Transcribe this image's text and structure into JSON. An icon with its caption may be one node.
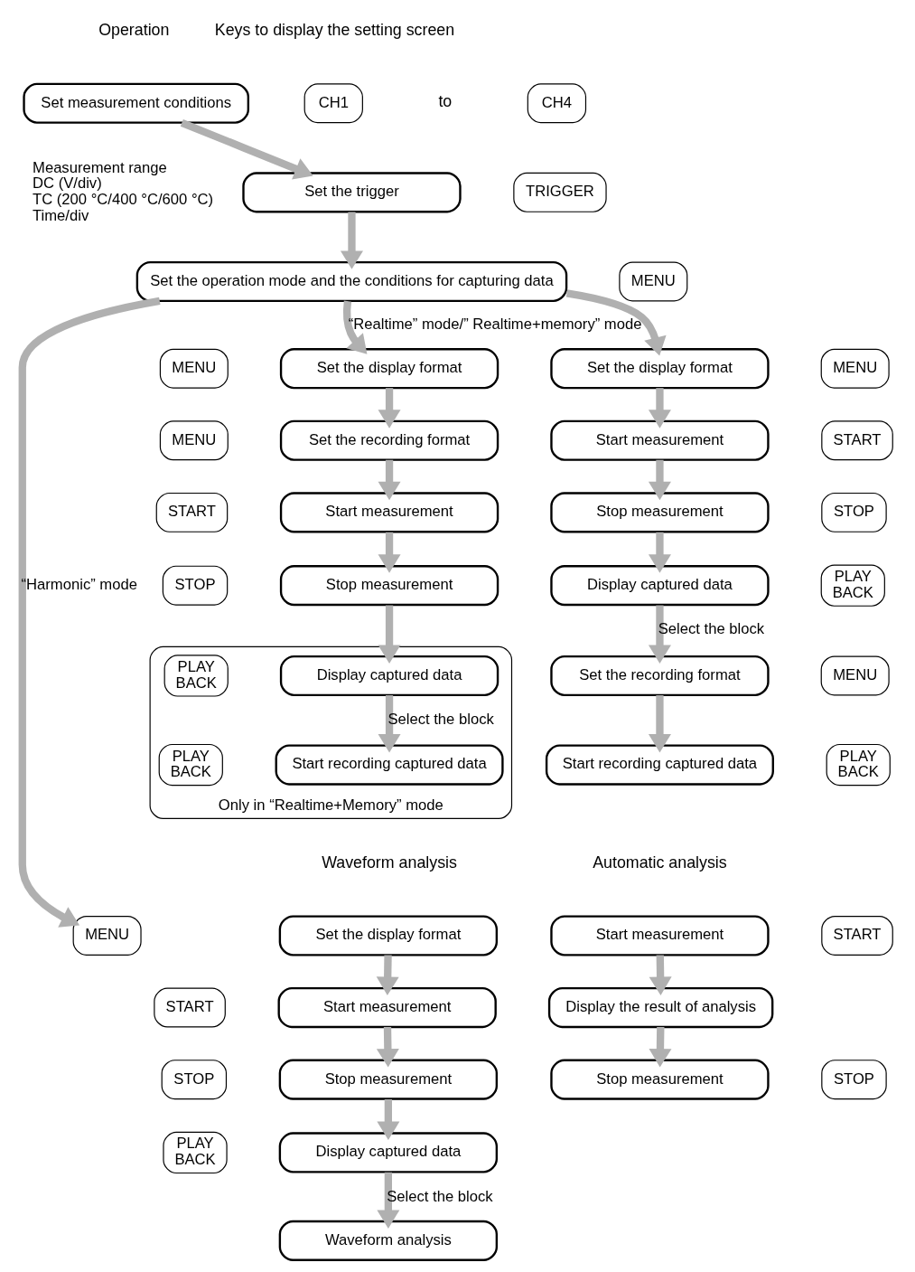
{
  "diagram": {
    "nodes": [
      {
        "text": [
          "Set measurement conditions"
        ],
        "beside": [
          "Measurement range",
          "DC (V/div)",
          "TC (200 °C/400 °C/600 °C)",
          "Time/div"
        ]
      },
      {
        "text": [
          "CH1"
        ]
      },
      {
        "text": [
          "CH4"
        ]
      },
      {
        "text": [
          "Set the trigger"
        ]
      },
      {
        "text": [
          "TRIGGER"
        ]
      },
      {
        "text": [
          "Set the operation mode and the conditions for capturing data"
        ]
      },
      {
        "text": [
          "MENU"
        ]
      },
      {
        "text": [
          "MENU"
        ]
      },
      {
        "text": [
          "Set the display format"
        ]
      },
      {
        "text": [
          "MENU"
        ]
      },
      {
        "text": [
          "Set the recording format"
        ]
      },
      {
        "text": [
          "START"
        ]
      },
      {
        "text": [
          "Start measurement"
        ]
      },
      {
        "text": [
          "STOP"
        ]
      },
      {
        "text": [
          "Stop measurement"
        ]
      },
      {
        "text": [],
        "shape": "box",
        "beside": [
          "Only in “Realtime+Memory” mode"
        ]
      },
      {
        "text": [
          "PLAY BACK"
        ],
        "in": 15
      },
      {
        "text": [
          "Display captured data"
        ],
        "in": 15
      },
      {
        "text": [
          "PLAY BACK"
        ],
        "in": 15
      },
      {
        "text": [
          "Start recording captured data"
        ],
        "in": 15
      },
      {
        "text": [
          "Set the display format"
        ]
      },
      {
        "text": [
          "MENU"
        ]
      },
      {
        "text": [
          "Start measurement"
        ]
      },
      {
        "text": [
          "START"
        ]
      },
      {
        "text": [
          "Stop measurement"
        ]
      },
      {
        "text": [
          "STOP"
        ]
      },
      {
        "text": [
          "Display captured data"
        ]
      },
      {
        "text": [
          "PLAY BACK"
        ]
      },
      {
        "text": [
          "Set the recording format"
        ]
      },
      {
        "text": [
          "MENU"
        ]
      },
      {
        "text": [
          "Start recording captured data"
        ]
      },
      {
        "text": [
          "PLAY BACK"
        ]
      },
      {
        "text": [
          "MENU"
        ]
      },
      {
        "text": [
          "Set the display format"
        ]
      },
      {
        "text": [
          "START"
        ]
      },
      {
        "text": [
          "Start measurement"
        ]
      },
      {
        "text": [
          "STOP"
        ]
      },
      {
        "text": [
          "Stop measurement"
        ]
      },
      {
        "text": [
          "PLAY BACK"
        ]
      },
      {
        "text": [
          "Display captured data"
        ]
      },
      {
        "text": [
          "Waveform analysis"
        ]
      },
      {
        "text": [
          "Start measurement"
        ]
      },
      {
        "text": [
          "START"
        ]
      },
      {
        "text": [
          "Display the result of analysis"
        ]
      },
      {
        "text": [
          "Stop measurement"
        ]
      },
      {
        "text": [
          "STOP"
        ]
      }
    ],
    "edges": [
      {
        "from": 0,
        "to": 3,
        "arrow": "to"
      },
      {
        "from": 3,
        "to": 5,
        "arrow": "to"
      },
      {
        "from": 5,
        "to": 8,
        "arrow": "to",
        "label": "“Realtime” mode/” Realtime+memory” mode"
      },
      {
        "from": 5,
        "to": 20,
        "arrow": "to"
      },
      {
        "from": 5,
        "to": 32,
        "arrow": "to",
        "label": "“Harmonic” mode"
      },
      {
        "from": 8,
        "to": 10,
        "arrow": "to"
      },
      {
        "from": 10,
        "to": 12,
        "arrow": "to"
      },
      {
        "from": 12,
        "to": 14,
        "arrow": "to"
      },
      {
        "from": 14,
        "to": 17,
        "arrow": "to"
      },
      {
        "from": 17,
        "to": 19,
        "arrow": "to",
        "label": "Select the block"
      },
      {
        "from": 20,
        "to": 22,
        "arrow": "to"
      },
      {
        "from": 22,
        "to": 24,
        "arrow": "to"
      },
      {
        "from": 24,
        "to": 26,
        "arrow": "to"
      },
      {
        "from": 26,
        "to": 28,
        "arrow": "to",
        "label": "Select the block"
      },
      {
        "from": 28,
        "to": 30,
        "arrow": "to"
      },
      {
        "from": 33,
        "to": 35,
        "arrow": "to"
      },
      {
        "from": 35,
        "to": 37,
        "arrow": "to"
      },
      {
        "from": 37,
        "to": 39,
        "arrow": "to"
      },
      {
        "from": 39,
        "to": 40,
        "arrow": "to",
        "label": "Select the block"
      },
      {
        "from": 41,
        "to": 43,
        "arrow": "to"
      },
      {
        "from": 43,
        "to": 44,
        "arrow": "to"
      }
    ],
    "labels": [
      "Operation",
      "Keys to display the setting screen",
      "to",
      "Waveform analysis",
      "Automatic analysis"
    ]
  }
}
